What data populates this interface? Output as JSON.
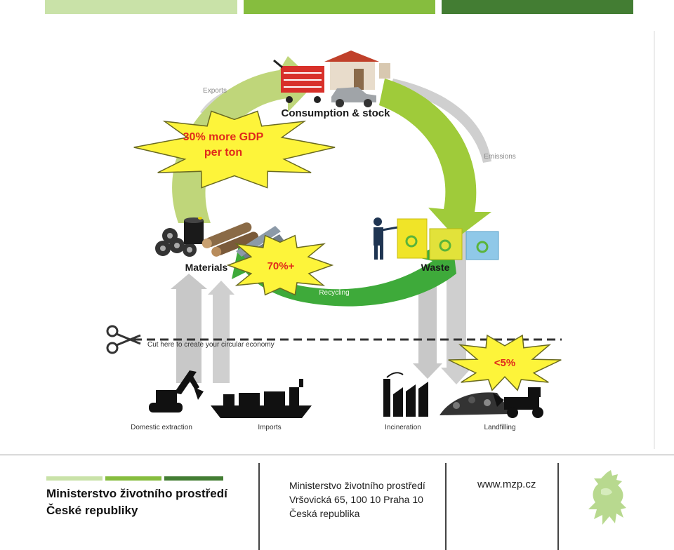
{
  "header": {
    "bar_colors": [
      "#c9e2a8",
      "#86bd3e",
      "#437d33"
    ]
  },
  "diagram": {
    "colors": {
      "arc_light": "#bfd67a",
      "arc_mid": "#9fcb3a",
      "arc_dark": "#3eaa3a",
      "grey_flow": "#c8c8c8",
      "burst_fill": "#fdf43a",
      "burst_text": "#e02a1a"
    },
    "nodes": {
      "consumption": "Consumption & stock",
      "materials": "Materials",
      "waste": "Waste",
      "domestic_extraction": "Domestic extraction",
      "imports": "Imports",
      "incineration": "Incineration",
      "landfilling": "Landfilling"
    },
    "flows": {
      "exports": "Exports",
      "emissions": "Emissions",
      "recycling": "Recycling"
    },
    "cut_line": "Cut here to create your circular economy",
    "bursts": {
      "gdp_line1": "30% more GDP",
      "gdp_line2": "per ton",
      "recycling_rate": "70%+",
      "landfill_rate": "<5%"
    }
  },
  "footer": {
    "bar_colors": [
      "#c9e2a8",
      "#86bd3e",
      "#437d33"
    ],
    "ministry_line1": "Ministerstvo životního prostředí",
    "ministry_line2": "České republiky",
    "address_line1": "Ministerstvo životního prostředí",
    "address_line2": "Vršovická 65, 100 10  Praha 10",
    "address_line3": "Česká republika",
    "website": "www.mzp.cz"
  }
}
